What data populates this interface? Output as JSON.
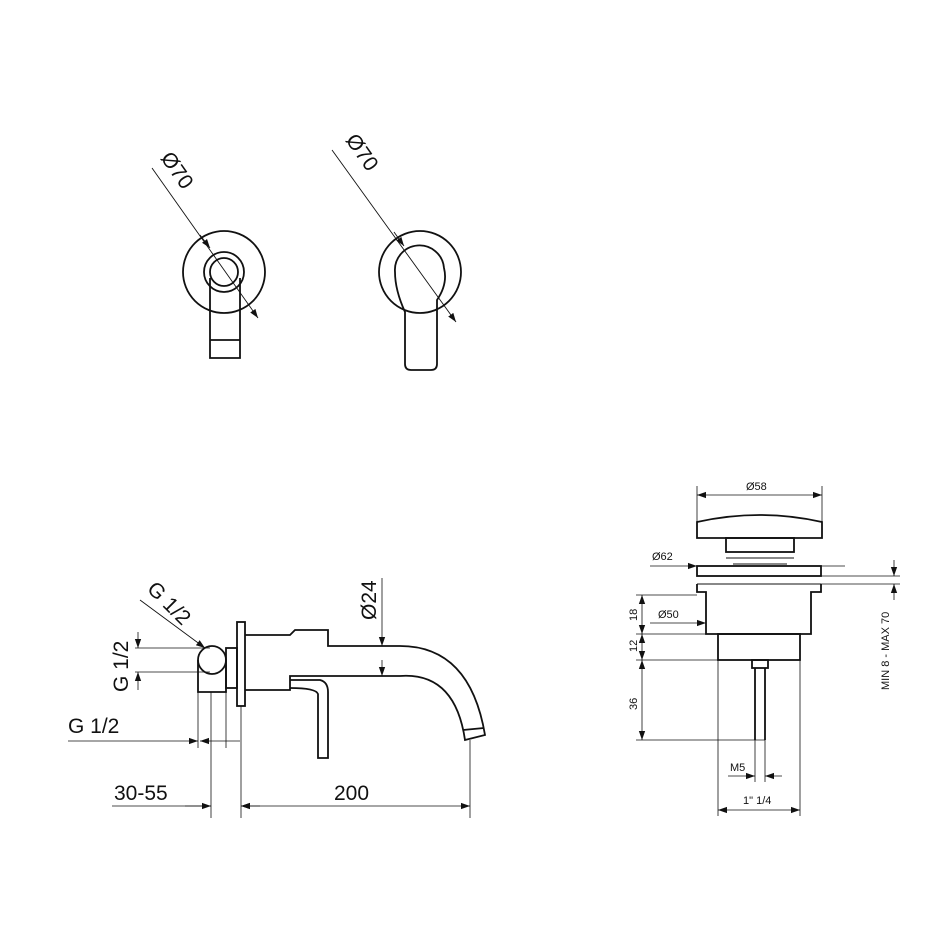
{
  "top_views": {
    "spout_diameter": "Ø70",
    "mixer_diameter": "Ø70"
  },
  "side_view": {
    "inlet_angle_label": "G 1/2",
    "inlet_height_label": "G 1/2",
    "inlet_bottom_label": "G 1/2",
    "spout_diameter": "Ø24",
    "wall_depth": "30-55",
    "spout_length": "200"
  },
  "drain_view": {
    "cap_diameter": "Ø58",
    "flange_diameter": "Ø62",
    "body_diameter": "Ø50",
    "dim_18": "18",
    "dim_12": "12",
    "dim_36": "36",
    "thread_m5": "M5",
    "thread_bottom": "1\" 1/4",
    "thickness_range": "MIN 8 - MAX 70"
  }
}
